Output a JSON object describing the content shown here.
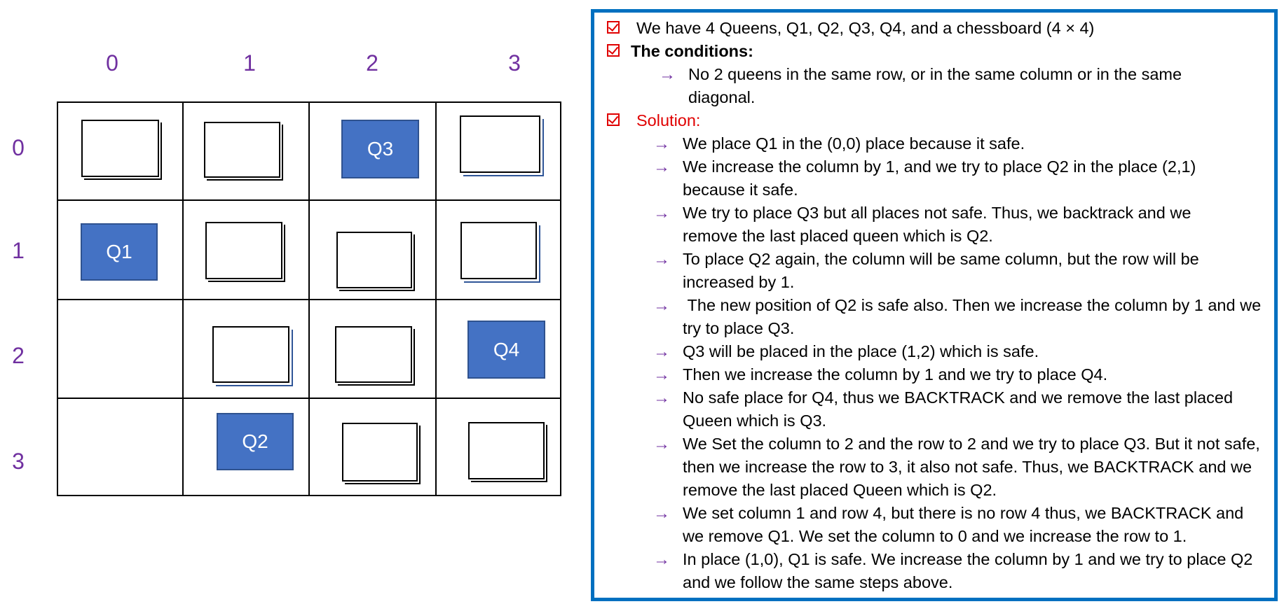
{
  "board": {
    "columns": [
      "0",
      "1",
      "2",
      "3"
    ],
    "rows": [
      "0",
      "1",
      "2",
      "3"
    ],
    "queens": {
      "q1": "Q1",
      "q2": "Q2",
      "q3": "Q3",
      "q4": "Q4"
    }
  },
  "panel": {
    "intro": "We have 4 Queens, Q1, Q2, Q3, Q4, and a chessboard (4 × 4)",
    "conditions_title": "The conditions:",
    "conditions": [
      "No 2 queens in the same row, or in the same column or in the same diagonal."
    ],
    "solution_title": "Solution:",
    "steps": [
      "We place Q1 in the (0,0) place because it safe.",
      "We increase the column by 1, and we try to place Q2 in the place (2,1) because it safe.",
      "We try to place Q3 but all places not safe. Thus, we backtrack and we remove the last placed queen which is Q2.",
      "To place Q2 again, the column will be same column, but the row will be increased by 1.",
      " The new position of Q2 is safe also. Then we increase the column by 1 and we try to place Q3.",
      "Q3 will be placed in the place (1,2) which is safe.",
      "Then we increase the column by 1 and we try to place Q4.",
      "No safe place for Q4, thus we BACKTRACK and we remove the last placed Queen which is Q3.",
      "We Set the column to 2 and the row to 2 and we try to place Q3. But it not safe, then we increase the row to 3, it also not safe. Thus, we BACKTRACK and we remove the last placed Queen which is Q2.",
      "We set column 1 and row 4, but there is no row 4 thus, we BACKTRACK and we remove Q1. We set the column to 0 and we increase the row to 1.",
      "In place (1,0), Q1 is safe. We increase the column by 1 and we try to place Q2 and we follow the same steps above."
    ]
  },
  "colors": {
    "label": "#7030a0",
    "queen_fill": "#4472c4",
    "panel_border": "#0070c0",
    "check": "#e00000"
  }
}
